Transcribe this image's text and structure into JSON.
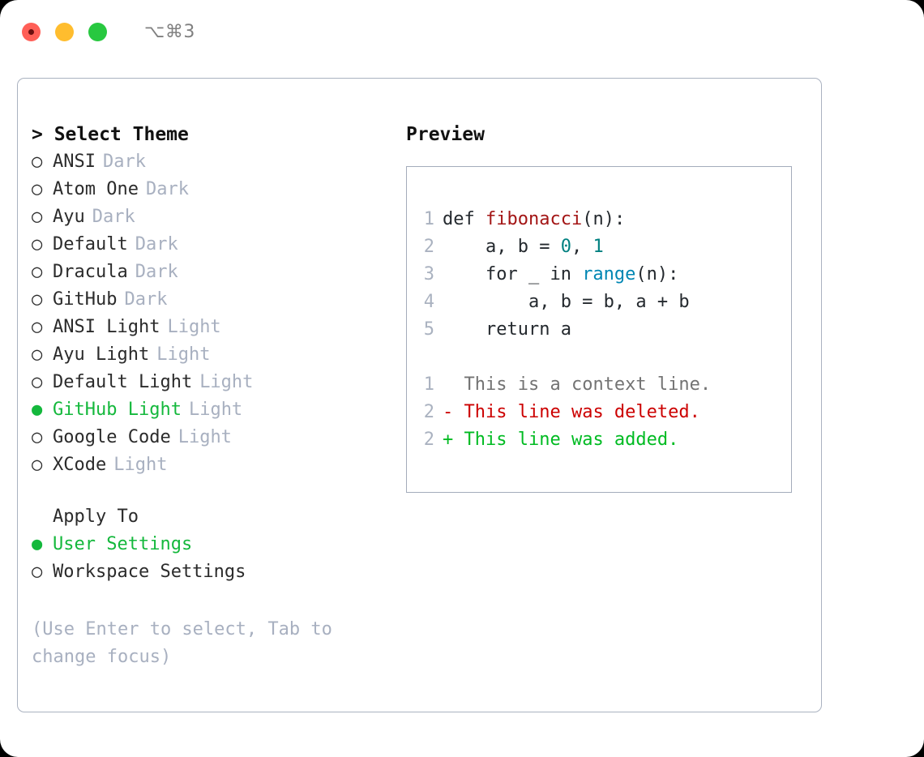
{
  "titlebar": {
    "shortcut": "⌥⌘3",
    "buttons": [
      {
        "name": "close",
        "color": "#ff5f57"
      },
      {
        "name": "minimize",
        "color": "#ffbd2e"
      },
      {
        "name": "maximize",
        "color": "#28c840"
      }
    ]
  },
  "theme_picker": {
    "title": "> Select Theme",
    "bullet_unselected": "○",
    "bullet_selected": "●",
    "items": [
      {
        "label": "ANSI",
        "suffix": "Dark",
        "selected": false
      },
      {
        "label": "Atom One",
        "suffix": "Dark",
        "selected": false
      },
      {
        "label": "Ayu",
        "suffix": "Dark",
        "selected": false
      },
      {
        "label": "Default",
        "suffix": "Dark",
        "selected": false
      },
      {
        "label": "Dracula",
        "suffix": "Dark",
        "selected": false
      },
      {
        "label": "GitHub",
        "suffix": "Dark",
        "selected": false
      },
      {
        "label": "ANSI Light",
        "suffix": "Light",
        "selected": false
      },
      {
        "label": "Ayu Light",
        "suffix": "Light",
        "selected": false
      },
      {
        "label": "Default Light",
        "suffix": "Light",
        "selected": false
      },
      {
        "label": "GitHub Light",
        "suffix": "Light",
        "selected": true
      },
      {
        "label": "Google Code",
        "suffix": "Light",
        "selected": false
      },
      {
        "label": "XCode",
        "suffix": "Light",
        "selected": false
      }
    ]
  },
  "apply_to": {
    "title": "Apply To",
    "items": [
      {
        "label": "User Settings",
        "selected": true
      },
      {
        "label": "Workspace Settings",
        "selected": false
      }
    ]
  },
  "hint": "(Use Enter to select, Tab to change focus)",
  "preview": {
    "title": "Preview",
    "code_lines": [
      {
        "num": "1",
        "tokens": [
          {
            "text": "def ",
            "type": "plain"
          },
          {
            "text": "fibonacci",
            "type": "fn"
          },
          {
            "text": "(n):",
            "type": "plain"
          }
        ]
      },
      {
        "num": "2",
        "tokens": [
          {
            "text": "    a, b = ",
            "type": "plain"
          },
          {
            "text": "0",
            "type": "num"
          },
          {
            "text": ", ",
            "type": "plain"
          },
          {
            "text": "1",
            "type": "num"
          }
        ]
      },
      {
        "num": "3",
        "tokens": [
          {
            "text": "    for _ in ",
            "type": "plain"
          },
          {
            "text": "range",
            "type": "call"
          },
          {
            "text": "(n):",
            "type": "plain"
          }
        ]
      },
      {
        "num": "4",
        "tokens": [
          {
            "text": "        a, b = b, a + b",
            "type": "plain"
          }
        ]
      },
      {
        "num": "5",
        "tokens": [
          {
            "text": "    return a",
            "type": "plain"
          }
        ]
      }
    ],
    "diff_lines": [
      {
        "num": "1",
        "marker": "  ",
        "text": "This is a context line.",
        "kind": "context"
      },
      {
        "num": "2",
        "marker": "- ",
        "text": "This line was deleted.",
        "kind": "del"
      },
      {
        "num": "2",
        "marker": "+ ",
        "text": "This line was added.",
        "kind": "add"
      }
    ]
  },
  "colors": {
    "selected_green": "#14b83c",
    "muted": "#a8b0c0",
    "diff_add": "#00bb22",
    "diff_del": "#cc0000",
    "token_fn": "#a31515",
    "token_num": "#008080",
    "token_call": "#0086b3"
  }
}
